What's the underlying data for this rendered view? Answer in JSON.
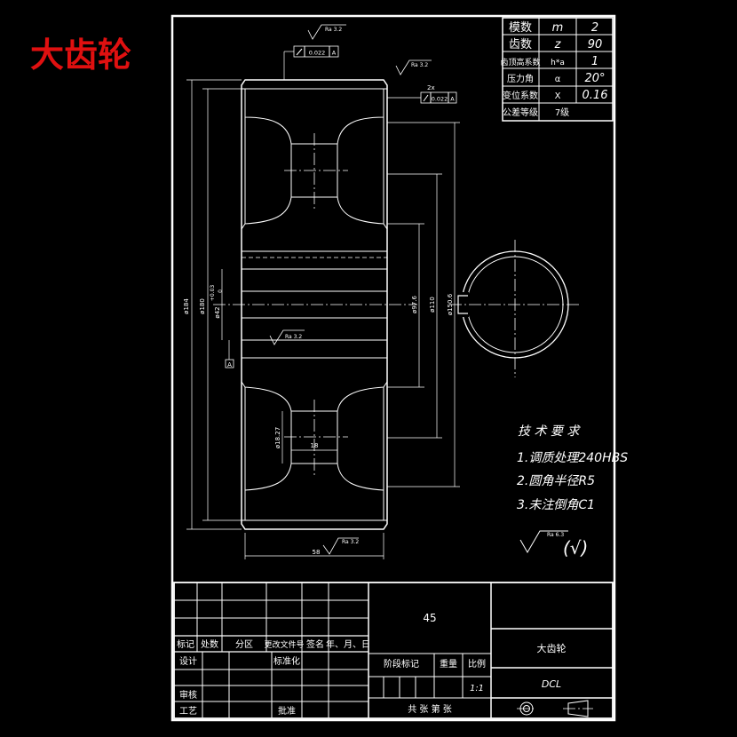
{
  "title": "大齿轮",
  "gear_params": [
    {
      "label": "模数",
      "symbol": "m",
      "value": "2"
    },
    {
      "label": "齿数",
      "symbol": "z",
      "value": "90"
    },
    {
      "label": "齿顶高系数",
      "symbol": "h*a",
      "value": "1"
    },
    {
      "label": "压力角",
      "symbol": "α",
      "value": "20°"
    },
    {
      "label": "变位系数",
      "symbol": "X",
      "value": "0.16"
    },
    {
      "label": "公差等级",
      "symbol": "7级",
      "value": ""
    }
  ],
  "tolerances": {
    "runout_top": "0.022",
    "runout_top_datum": "A",
    "runout_side_prefix": "2x",
    "runout_side": "0.022",
    "runout_side_datum": "A",
    "datum_label": "A"
  },
  "roughness": {
    "top": "Ra 3.2",
    "right": "Ra 3.2",
    "hub": "Ra 3.2",
    "bottom": "Ra 3.2",
    "general": "Ra 6.3"
  },
  "dimensions": {
    "outer_dia": "ø184",
    "pitch_dia": "ø180",
    "bore": "ø42",
    "bore_tol_upper": "+0.03",
    "bore_tol_lower": "0",
    "hub_outer": "ø97.6",
    "web_inner": "ø110",
    "rim_inner": "ø150.6",
    "hole_dia": "ø18.27",
    "web_thickness": "18",
    "face_width": "58"
  },
  "tech_requirements": {
    "heading": "技 术 要 求",
    "items": [
      "1.调质处理240HBS",
      "2.圆角半径R5",
      "3.未注倒角C1"
    ],
    "roughness_rest": "(√)"
  },
  "title_block": {
    "material": "45",
    "part_name": "大齿轮",
    "code": "DCL",
    "scale": "1:1",
    "row_labels": [
      "标记",
      "处数",
      "分区",
      "更改文件号",
      "签名",
      "年、月、日"
    ],
    "design": "设计",
    "standardize": "标准化",
    "review": "审核",
    "process": "工艺",
    "approve": "批准",
    "stage_mark": "阶段标记",
    "weight": "重量",
    "ratio": "比例",
    "sheets": "共  张  第  张"
  }
}
